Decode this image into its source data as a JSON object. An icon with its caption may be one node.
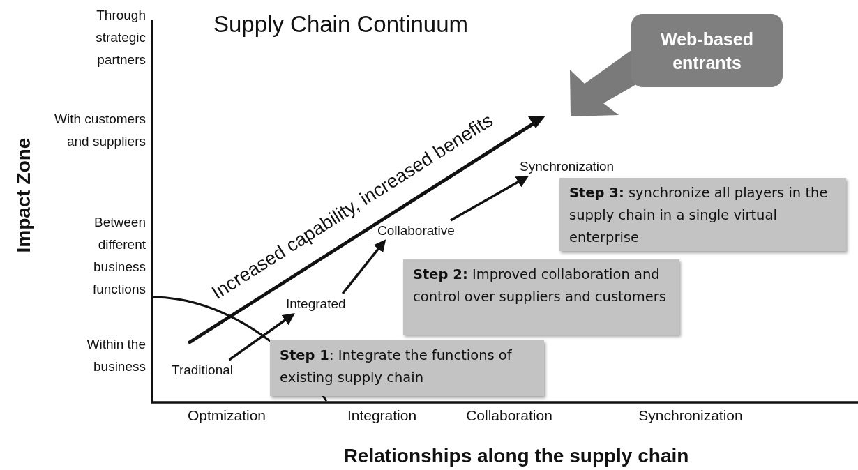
{
  "diagram": {
    "title": "Supply Chain Continuum",
    "nodes": [
      {
        "text": [
          "Traditional"
        ]
      },
      {
        "text": [
          "Integrated"
        ]
      },
      {
        "text": [
          "Collaborative"
        ]
      },
      {
        "text": [
          "Synchronization"
        ]
      },
      {
        "text": [
          "**Step 1**: Integrate the functions of existing supply chain"
        ]
      },
      {
        "text": [
          "**Step 2:** Improved collaboration and control over suppliers and customers"
        ]
      },
      {
        "text": [
          "**Step 3:** synchronize all players in the supply chain in a single virtual enterprise"
        ]
      },
      {
        "text": [
          "Web-based entrants"
        ]
      }
    ],
    "edges": [
      {
        "from": 0,
        "to": 1,
        "arrow": "to"
      },
      {
        "from": 1,
        "to": 2,
        "arrow": "to"
      },
      {
        "from": 2,
        "to": 3,
        "arrow": "to"
      }
    ],
    "labels": [
      "Through strategic partners",
      "With customers and suppliers",
      "Increased capability, increased benefits",
      "Impact Zone",
      "Between different business functions",
      "Within the business",
      "Optmization",
      "Integration",
      "Collaboration",
      "Synchronization",
      "Relationships along the supply chain"
    ]
  }
}
